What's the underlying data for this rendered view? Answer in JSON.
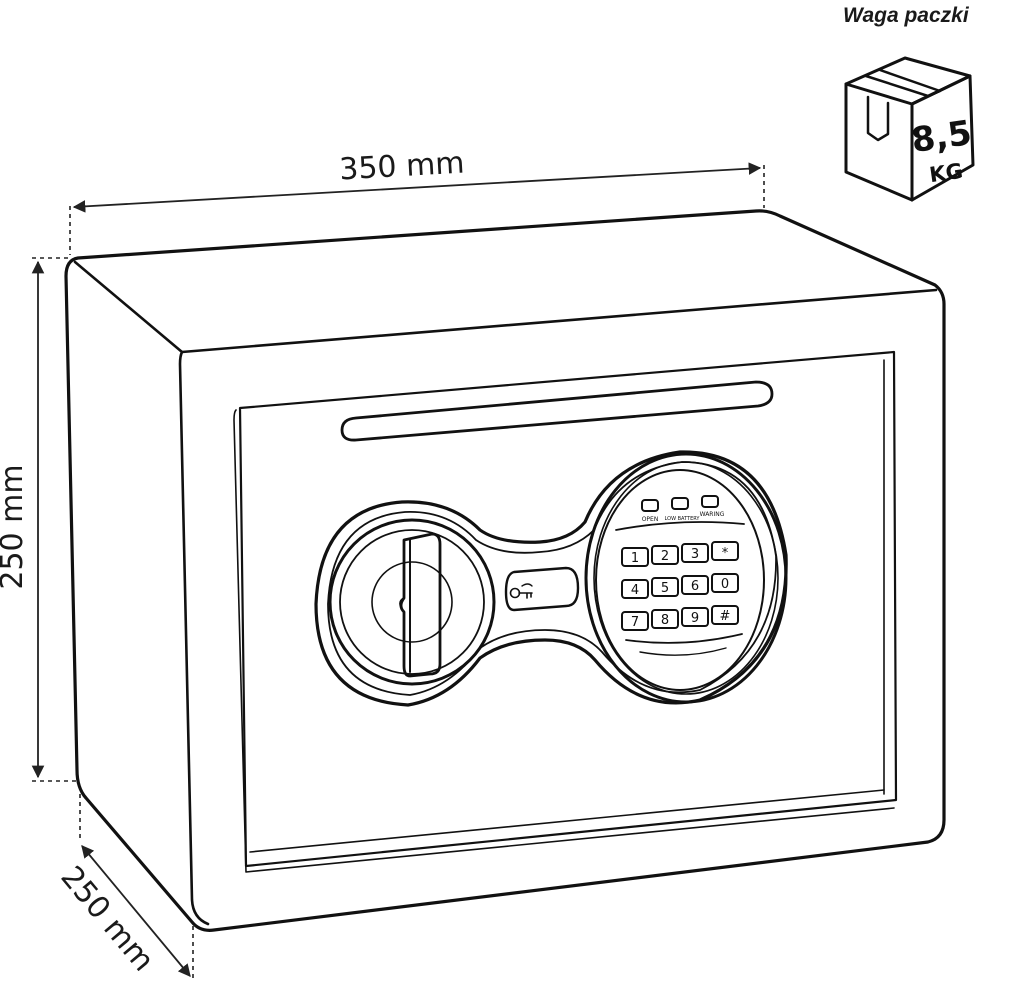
{
  "weight": {
    "title": "Waga paczki",
    "value": "8,5",
    "unit": "KG"
  },
  "dimensions": {
    "width": "350 mm",
    "height": "250 mm",
    "depth": "250 mm"
  },
  "indicators": [
    "OPEN",
    "LOW BATTERY",
    "WARING"
  ],
  "keypad": [
    "1",
    "2",
    "3",
    "*",
    "4",
    "5",
    "6",
    "0",
    "7",
    "8",
    "9",
    "#"
  ],
  "icons": {
    "package": "package-box-icon",
    "key": "key-icon"
  }
}
